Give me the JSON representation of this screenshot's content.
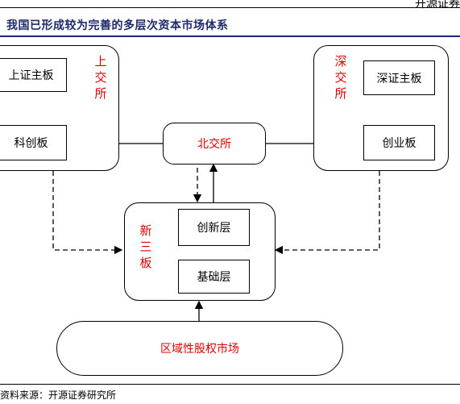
{
  "header": {
    "corner_text": "开源证券",
    "title": "我国已形成较为完善的多层次资本市场体系"
  },
  "diagram": {
    "shanghai": {
      "label_chars": [
        "上",
        "交",
        "所"
      ],
      "main_board": "上证主板",
      "star_board": "科创板"
    },
    "beijing": {
      "label": "北交所"
    },
    "shenzhen": {
      "label_chars": [
        "深",
        "交",
        "所"
      ],
      "main_board": "深证主板",
      "chinext": "创业板"
    },
    "neeq": {
      "label_chars": [
        "新",
        "三",
        "板"
      ],
      "innovation": "创新层",
      "basic": "基础层"
    },
    "regional": {
      "label": "区域性股权市场"
    }
  },
  "footer": {
    "source": "资料来源：开源证券研究所"
  },
  "colors": {
    "title": "#1f2a6b",
    "highlight": "#e00000"
  }
}
